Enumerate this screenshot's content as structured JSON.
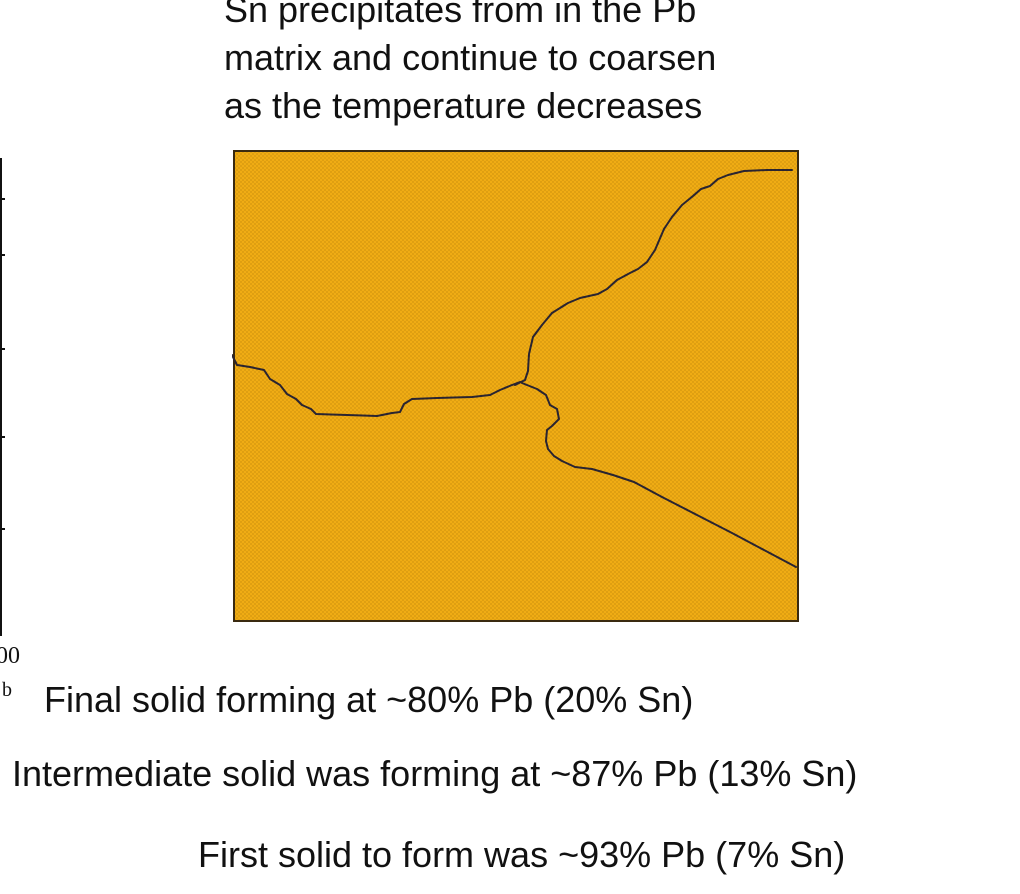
{
  "heading": {
    "lines": "Sn precipitates from in the Pb\nmatrix and continue to coarsen\nas the temperature decreases"
  },
  "cut_off_axis": {
    "tick_fragment": "00",
    "label_fragment": "b"
  },
  "micrograph": {
    "fill_color": "#f0ac14",
    "dot_color": "#7a5000",
    "border_color": "#3a2a10",
    "boundary_color": "#2a2430"
  },
  "captions": {
    "final": "Final solid forming at ~80% Pb (20% Sn)",
    "intermediate": "Intermediate solid was forming at ~87% Pb (13% Sn)",
    "first": "First solid to form was ~93% Pb (7% Sn)"
  }
}
